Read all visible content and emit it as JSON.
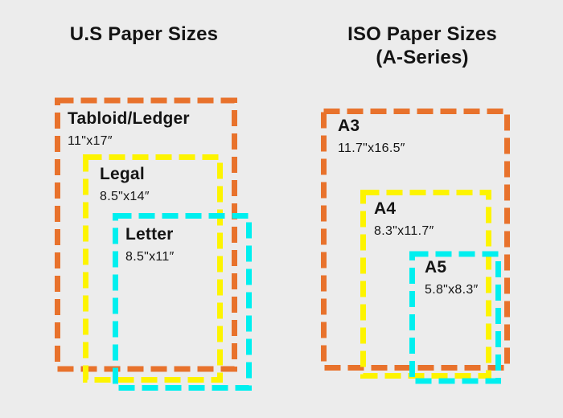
{
  "canvas": {
    "background": "#ececec",
    "text_color": "#141414"
  },
  "us": {
    "title": "U.S Paper Sizes",
    "sizes": [
      {
        "name": "Tabloid/Ledger",
        "dimensions": "11\"x17″",
        "color": "#e8722c"
      },
      {
        "name": "Legal",
        "dimensions": "8.5\"x14″",
        "color": "#fdf400"
      },
      {
        "name": "Letter",
        "dimensions": "8.5\"x11″",
        "color": "#00efef"
      }
    ]
  },
  "iso": {
    "title_line1": "ISO Paper Sizes",
    "title_line2": "(A-Series)",
    "sizes": [
      {
        "name": "A3",
        "dimensions": "11.7\"x16.5″",
        "color": "#e8722c"
      },
      {
        "name": "A4",
        "dimensions": "8.3\"x11.7″",
        "color": "#fdf400"
      },
      {
        "name": "A5",
        "dimensions": "5.8\"x8.3″",
        "color": "#00efef"
      }
    ]
  }
}
